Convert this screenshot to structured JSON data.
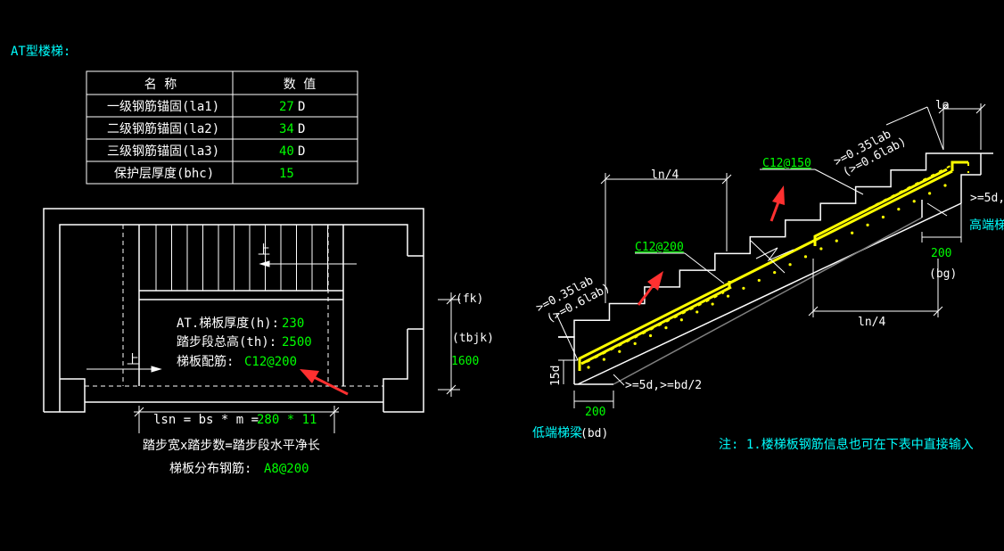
{
  "title": "AT型楼梯:",
  "param_table": {
    "header": {
      "name": "名 称",
      "value": "数 值"
    },
    "rows": [
      {
        "name": "一级钢筋锚固(la1)",
        "value": "27",
        "unit": "D"
      },
      {
        "name": "二级钢筋锚固(la2)",
        "value": "34",
        "unit": "D"
      },
      {
        "name": "三级钢筋锚固(la3)",
        "value": "40",
        "unit": "D"
      },
      {
        "name": "保护层厚度(bhc)",
        "value": "15",
        "unit": ""
      }
    ]
  },
  "plan": {
    "up_label_top": "上",
    "up_label_bottom": "上",
    "thickness_label": "AT.梯板厚度(h):",
    "thickness_value": "230",
    "height_label": "踏步段总高(th):",
    "height_value": "2500",
    "rebar_label": "梯板配筋:",
    "rebar_value": "C12@200",
    "fk": "(fk)",
    "tbjk": "(tbjk)",
    "tbjk_value": "1600",
    "lsn_label": "lsn = bs * m =",
    "lsn_values": "280 * 11",
    "formula_note": "踏步宽x踏步数=踏步段水平净长",
    "distribution_label": "梯板分布钢筋:",
    "distribution_value": "A8@200"
  },
  "section": {
    "la": "la",
    "ln4_top": "ln/4",
    "ln4_bottom": "ln/4",
    "rebar_top": "C12@150",
    "rebar_mid": "C12@200",
    "anchor_top_a": ">=0.35lab",
    "anchor_top_b": "(>=0.6lab)",
    "anchor_left_a": ">=0.35lab",
    "anchor_left_b": "(>=0.6lab)",
    "right_anchor": ">=5d,",
    "high_beam": "高端梯",
    "dim_200_right": "200",
    "bg": "(bg)",
    "dim_15d": "15d",
    "left_anchor": ">=5d,>=bd/2",
    "dim_200_left": "200",
    "low_beam": "低端梯梁",
    "bd": "(bd)"
  },
  "note": "注: 1.楼梯板钢筋信息也可在下表中直接输入",
  "colors": {
    "bg": "#000000",
    "line": "#ffffff",
    "cyan": "#00ffff",
    "green": "#00ff00",
    "yellow": "#ffff00",
    "red": "#ff3030",
    "grey": "#808080"
  }
}
